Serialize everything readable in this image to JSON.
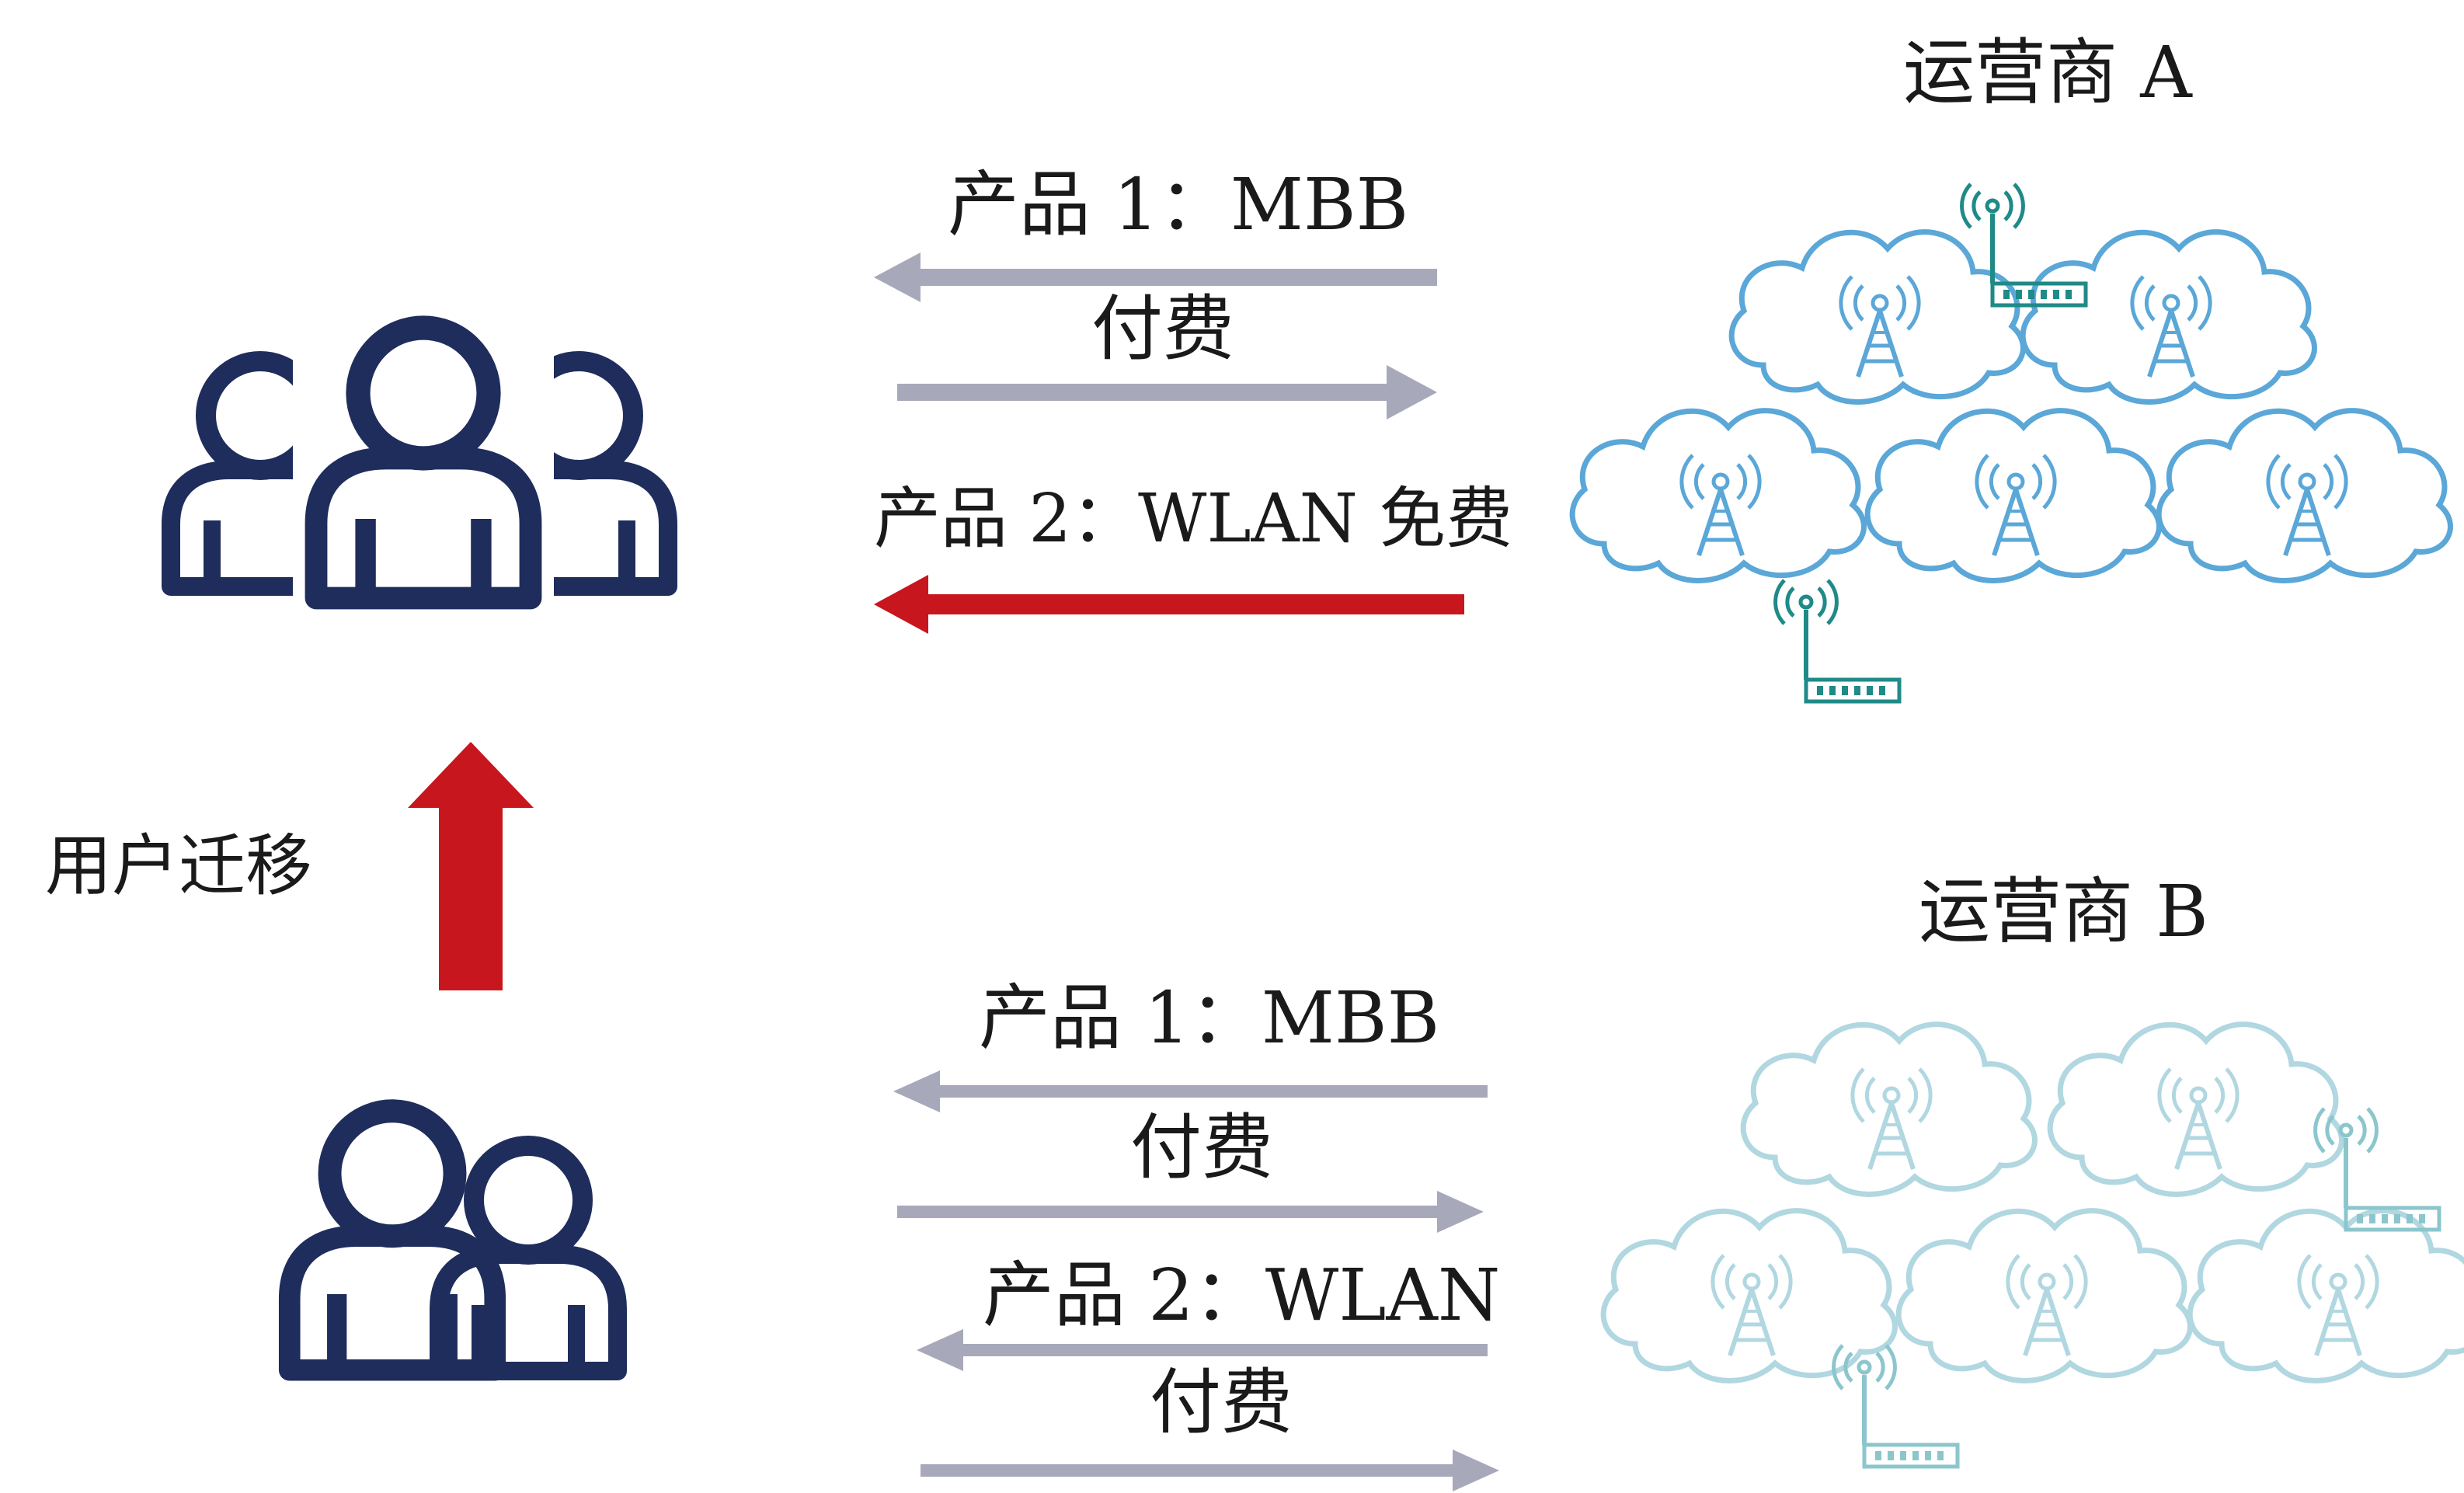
{
  "operator_a": {
    "label": "运营商 A"
  },
  "operator_b": {
    "label": "运营商 B"
  },
  "migration": {
    "label": "用户迁移"
  },
  "flows_a": {
    "product1": "产品 1：MBB",
    "pay1": "付费",
    "product2": "产品 2：WLAN 免费"
  },
  "flows_b": {
    "product1": "产品 1：MBB",
    "pay1": "付费",
    "product2": "产品 2：WLAN",
    "pay2": "付费"
  },
  "colors": {
    "user_icon": "#1f2d5c",
    "grey_arrow": "#a7a9ba",
    "red_arrow": "#c8161e",
    "cloud_a": "#5aa7d8",
    "cloud_b": "#a9d3de",
    "router": "#1f8a87"
  },
  "icons": {
    "users_a": "user-group-icon",
    "users_b": "user-pair-icon",
    "network_a": "cloud-tower-network-icon",
    "network_b": "cloud-tower-network-icon"
  }
}
